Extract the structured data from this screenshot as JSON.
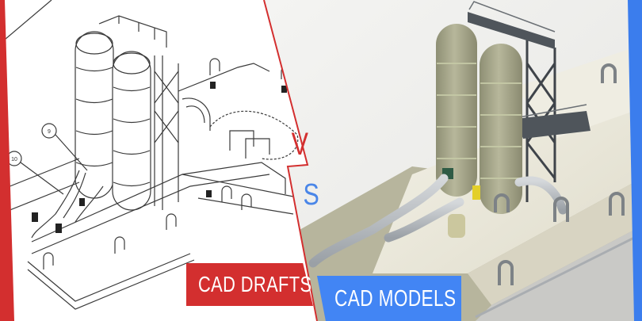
{
  "banner": {
    "left_panel": {
      "caption": "CAD DRAFTS",
      "style": "line-drawing",
      "balloon_labels": [
        "9",
        "10"
      ],
      "accent_color": "#d32f2f"
    },
    "right_panel": {
      "caption": "CAD MODELS",
      "style": "rendered-3d-model",
      "accent_color": "#4285f4"
    },
    "versus": {
      "v": "V",
      "s": "S",
      "v_color": "#d32f2f",
      "s_color": "#4a86e8"
    },
    "colors": {
      "red_border": "#d32f2f",
      "blue_border": "#3b7ded",
      "divider": "#d32f2f",
      "drawing_line": "#333333",
      "tank": "#a9a98f",
      "floor": "#ece8da",
      "steel": "#4a4f55",
      "pipe": "#b8bcc0"
    }
  }
}
